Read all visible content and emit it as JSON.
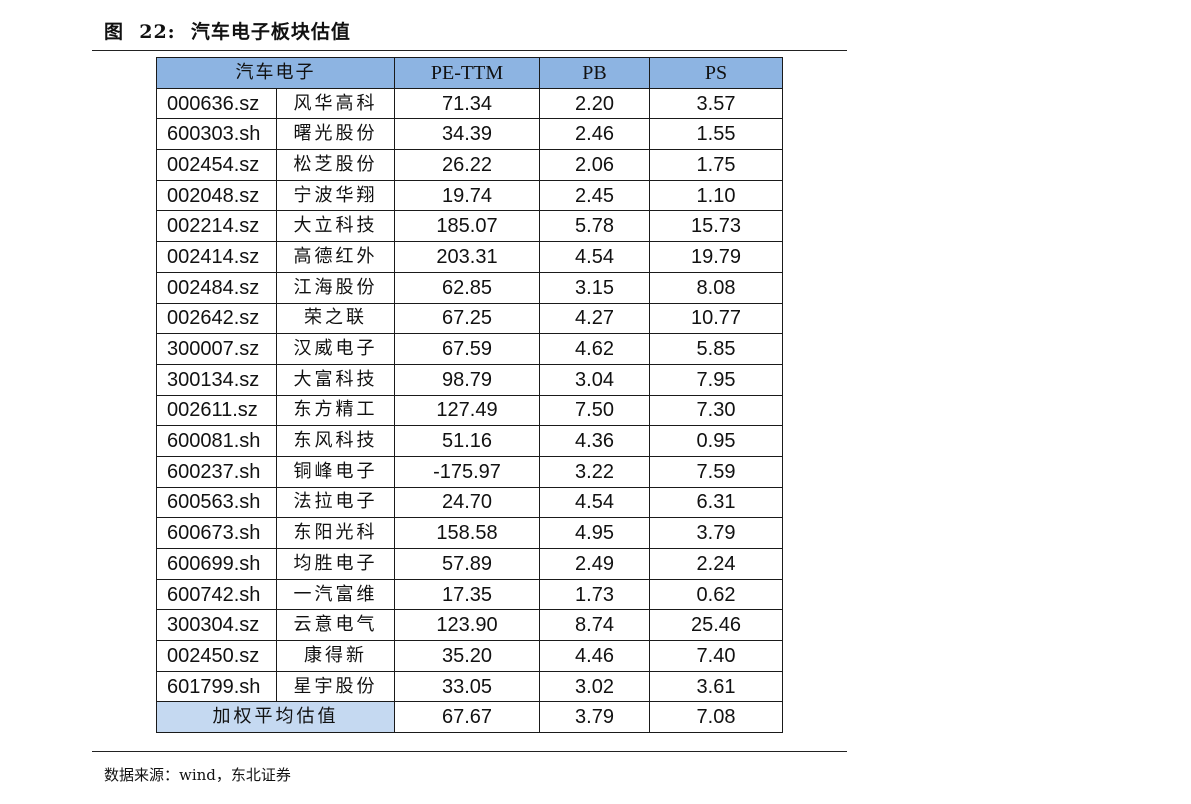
{
  "figure": {
    "title": "图  22:  汽车电子板块估值",
    "source": "数据来源：wind，东北证券"
  },
  "table": {
    "headers": {
      "sector": "汽车电子",
      "pe": "PE-TTM",
      "pb": "PB",
      "ps": "PS"
    },
    "rows": [
      {
        "code": "000636.sz",
        "name": "风华高科",
        "pe": "71.34",
        "pb": "2.20",
        "ps": "3.57"
      },
      {
        "code": "600303.sh",
        "name": "曙光股份",
        "pe": "34.39",
        "pb": "2.46",
        "ps": "1.55"
      },
      {
        "code": "002454.sz",
        "name": "松芝股份",
        "pe": "26.22",
        "pb": "2.06",
        "ps": "1.75"
      },
      {
        "code": "002048.sz",
        "name": "宁波华翔",
        "pe": "19.74",
        "pb": "2.45",
        "ps": "1.10"
      },
      {
        "code": "002214.sz",
        "name": "大立科技",
        "pe": "185.07",
        "pb": "5.78",
        "ps": "15.73"
      },
      {
        "code": "002414.sz",
        "name": "高德红外",
        "pe": "203.31",
        "pb": "4.54",
        "ps": "19.79"
      },
      {
        "code": "002484.sz",
        "name": "江海股份",
        "pe": "62.85",
        "pb": "3.15",
        "ps": "8.08"
      },
      {
        "code": "002642.sz",
        "name": "荣之联",
        "pe": "67.25",
        "pb": "4.27",
        "ps": "10.77"
      },
      {
        "code": "300007.sz",
        "name": "汉威电子",
        "pe": "67.59",
        "pb": "4.62",
        "ps": "5.85"
      },
      {
        "code": "300134.sz",
        "name": "大富科技",
        "pe": "98.79",
        "pb": "3.04",
        "ps": "7.95"
      },
      {
        "code": "002611.sz",
        "name": "东方精工",
        "pe": "127.49",
        "pb": "7.50",
        "ps": "7.30"
      },
      {
        "code": "600081.sh",
        "name": "东风科技",
        "pe": "51.16",
        "pb": "4.36",
        "ps": "0.95"
      },
      {
        "code": "600237.sh",
        "name": "铜峰电子",
        "pe": "-175.97",
        "pb": "3.22",
        "ps": "7.59"
      },
      {
        "code": "600563.sh",
        "name": "法拉电子",
        "pe": "24.70",
        "pb": "4.54",
        "ps": "6.31"
      },
      {
        "code": "600673.sh",
        "name": "东阳光科",
        "pe": "158.58",
        "pb": "4.95",
        "ps": "3.79"
      },
      {
        "code": "600699.sh",
        "name": "均胜电子",
        "pe": "57.89",
        "pb": "2.49",
        "ps": "2.24"
      },
      {
        "code": "600742.sh",
        "name": "一汽富维",
        "pe": "17.35",
        "pb": "1.73",
        "ps": "0.62"
      },
      {
        "code": "300304.sz",
        "name": "云意电气",
        "pe": "123.90",
        "pb": "8.74",
        "ps": "25.46"
      },
      {
        "code": "002450.sz",
        "name": "康得新",
        "pe": "35.20",
        "pb": "4.46",
        "ps": "7.40"
      },
      {
        "code": "601799.sh",
        "name": "星宇股份",
        "pe": "33.05",
        "pb": "3.02",
        "ps": "3.61"
      }
    ],
    "average": {
      "label": "加权平均估值",
      "pe": "67.67",
      "pb": "3.79",
      "ps": "7.08"
    }
  },
  "colors": {
    "header_bg": "#8DB4E2",
    "average_bg": "#C5D9F1",
    "border": "#1a1a1a"
  }
}
